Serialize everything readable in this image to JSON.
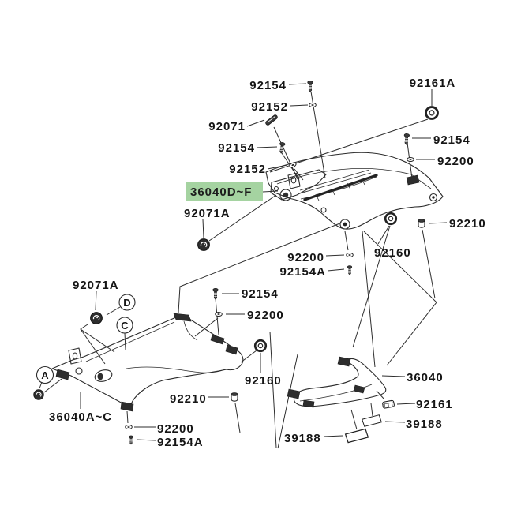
{
  "diagram": {
    "type": "exploded-parts-diagram",
    "highlight_color": "#a5d3a1",
    "line_color": "#2b2b2b",
    "background": "#ffffff"
  },
  "labels": {
    "top_92154": "92154",
    "top_92152": "92152",
    "top_92071": "92071",
    "mid_92154": "92154",
    "mid_92152": "92152",
    "hl_36040df": "36040D~F",
    "upper_92071a": "92071A",
    "r_92161a": "92161A",
    "r_92154": "92154",
    "r_92200": "92200",
    "r_92210": "92210",
    "r_92160": "92160",
    "c_92200": "92200",
    "c_92154a": "92154A",
    "ml_92154": "92154",
    "ml_92200": "92200",
    "l_92071a": "92071A",
    "l_36040ac": "36040A~C",
    "bl_92200": "92200",
    "bl_92154a": "92154A",
    "b_92210": "92210",
    "b_92160": "92160",
    "br_36040": "36040",
    "br_92161": "92161",
    "br_39188": "39188",
    "bl_39188": "39188"
  },
  "callouts": {
    "a": "A",
    "c": "C",
    "d": "D"
  },
  "icons": {
    "screw-icon": "machine screw",
    "washer-icon": "flat washer",
    "grommet-icon": "rubber grommet",
    "grommet-dark-icon": "rubber damper grommet",
    "collar-icon": "collar bushing",
    "rod-icon": "damper rod",
    "pad-icon": "adhesive pad",
    "damper-icon": "damper rubber"
  }
}
